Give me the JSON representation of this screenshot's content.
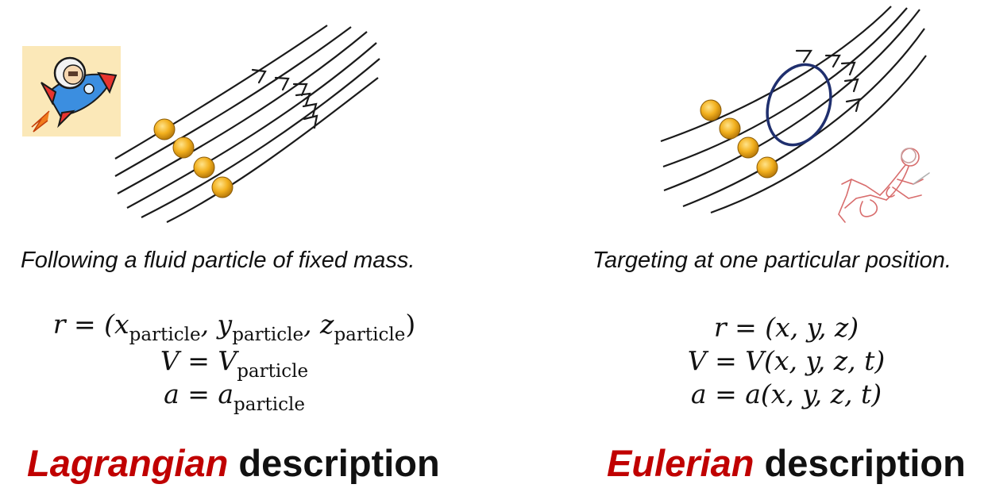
{
  "left": {
    "caption": "Following a fluid particle of fixed mass.",
    "eq_r": {
      "lhs": "r = (x",
      "sub1": "particle",
      "mid1": ", y",
      "sub2": "particle",
      "mid2": ", z",
      "sub3": "particle",
      "end": ")"
    },
    "eq_v": {
      "lhs": "V = V",
      "sub": "particle"
    },
    "eq_a": {
      "lhs": "a = a",
      "sub": "particle"
    },
    "title_keyword": "Lagrangian",
    "title_rest": " description"
  },
  "right": {
    "caption": "Targeting at one particular position.",
    "eq_r": "r = (x, y, z)",
    "eq_v": "V = V(x, y, z, t)",
    "eq_a": "a = a(x, y, z, t)",
    "title_keyword": "Eulerian",
    "title_rest": " description"
  },
  "colors": {
    "keyword": "#c00000",
    "particle": "#f2b01e",
    "control_ring": "#1f2f6e",
    "rocket_bg": "#fbe8b8",
    "sketch": "#d86d6d"
  },
  "icons": {
    "left_decoration": "astronaut-rocket-icon",
    "right_decoration": "sketch-figure-icon"
  }
}
